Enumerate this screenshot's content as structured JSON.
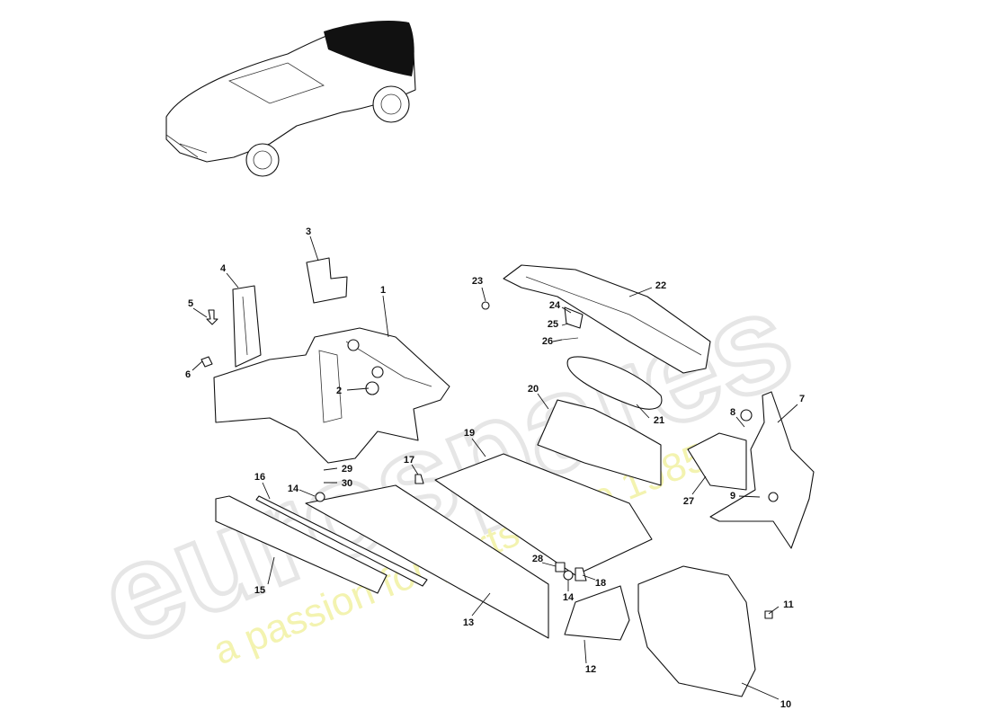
{
  "watermark": {
    "brand": "eurospares",
    "tagline": "a passion for parts since 1985"
  },
  "callouts": {
    "p1": "1",
    "p2": "2",
    "p3": "3",
    "p4": "4",
    "p5": "5",
    "p6": "6",
    "p7": "7",
    "p8": "8",
    "p9": "9",
    "p10": "10",
    "p11": "11",
    "p12": "12",
    "p13": "13",
    "p14a": "14",
    "p14b": "14",
    "p15": "15",
    "p16": "16",
    "p17": "17",
    "p18": "18",
    "p19": "19",
    "p20": "20",
    "p21": "21",
    "p22": "22",
    "p23": "23",
    "p24": "24",
    "p25": "25",
    "p26": "26",
    "p27": "27",
    "p28": "28",
    "p29": "29",
    "p30": "30"
  }
}
